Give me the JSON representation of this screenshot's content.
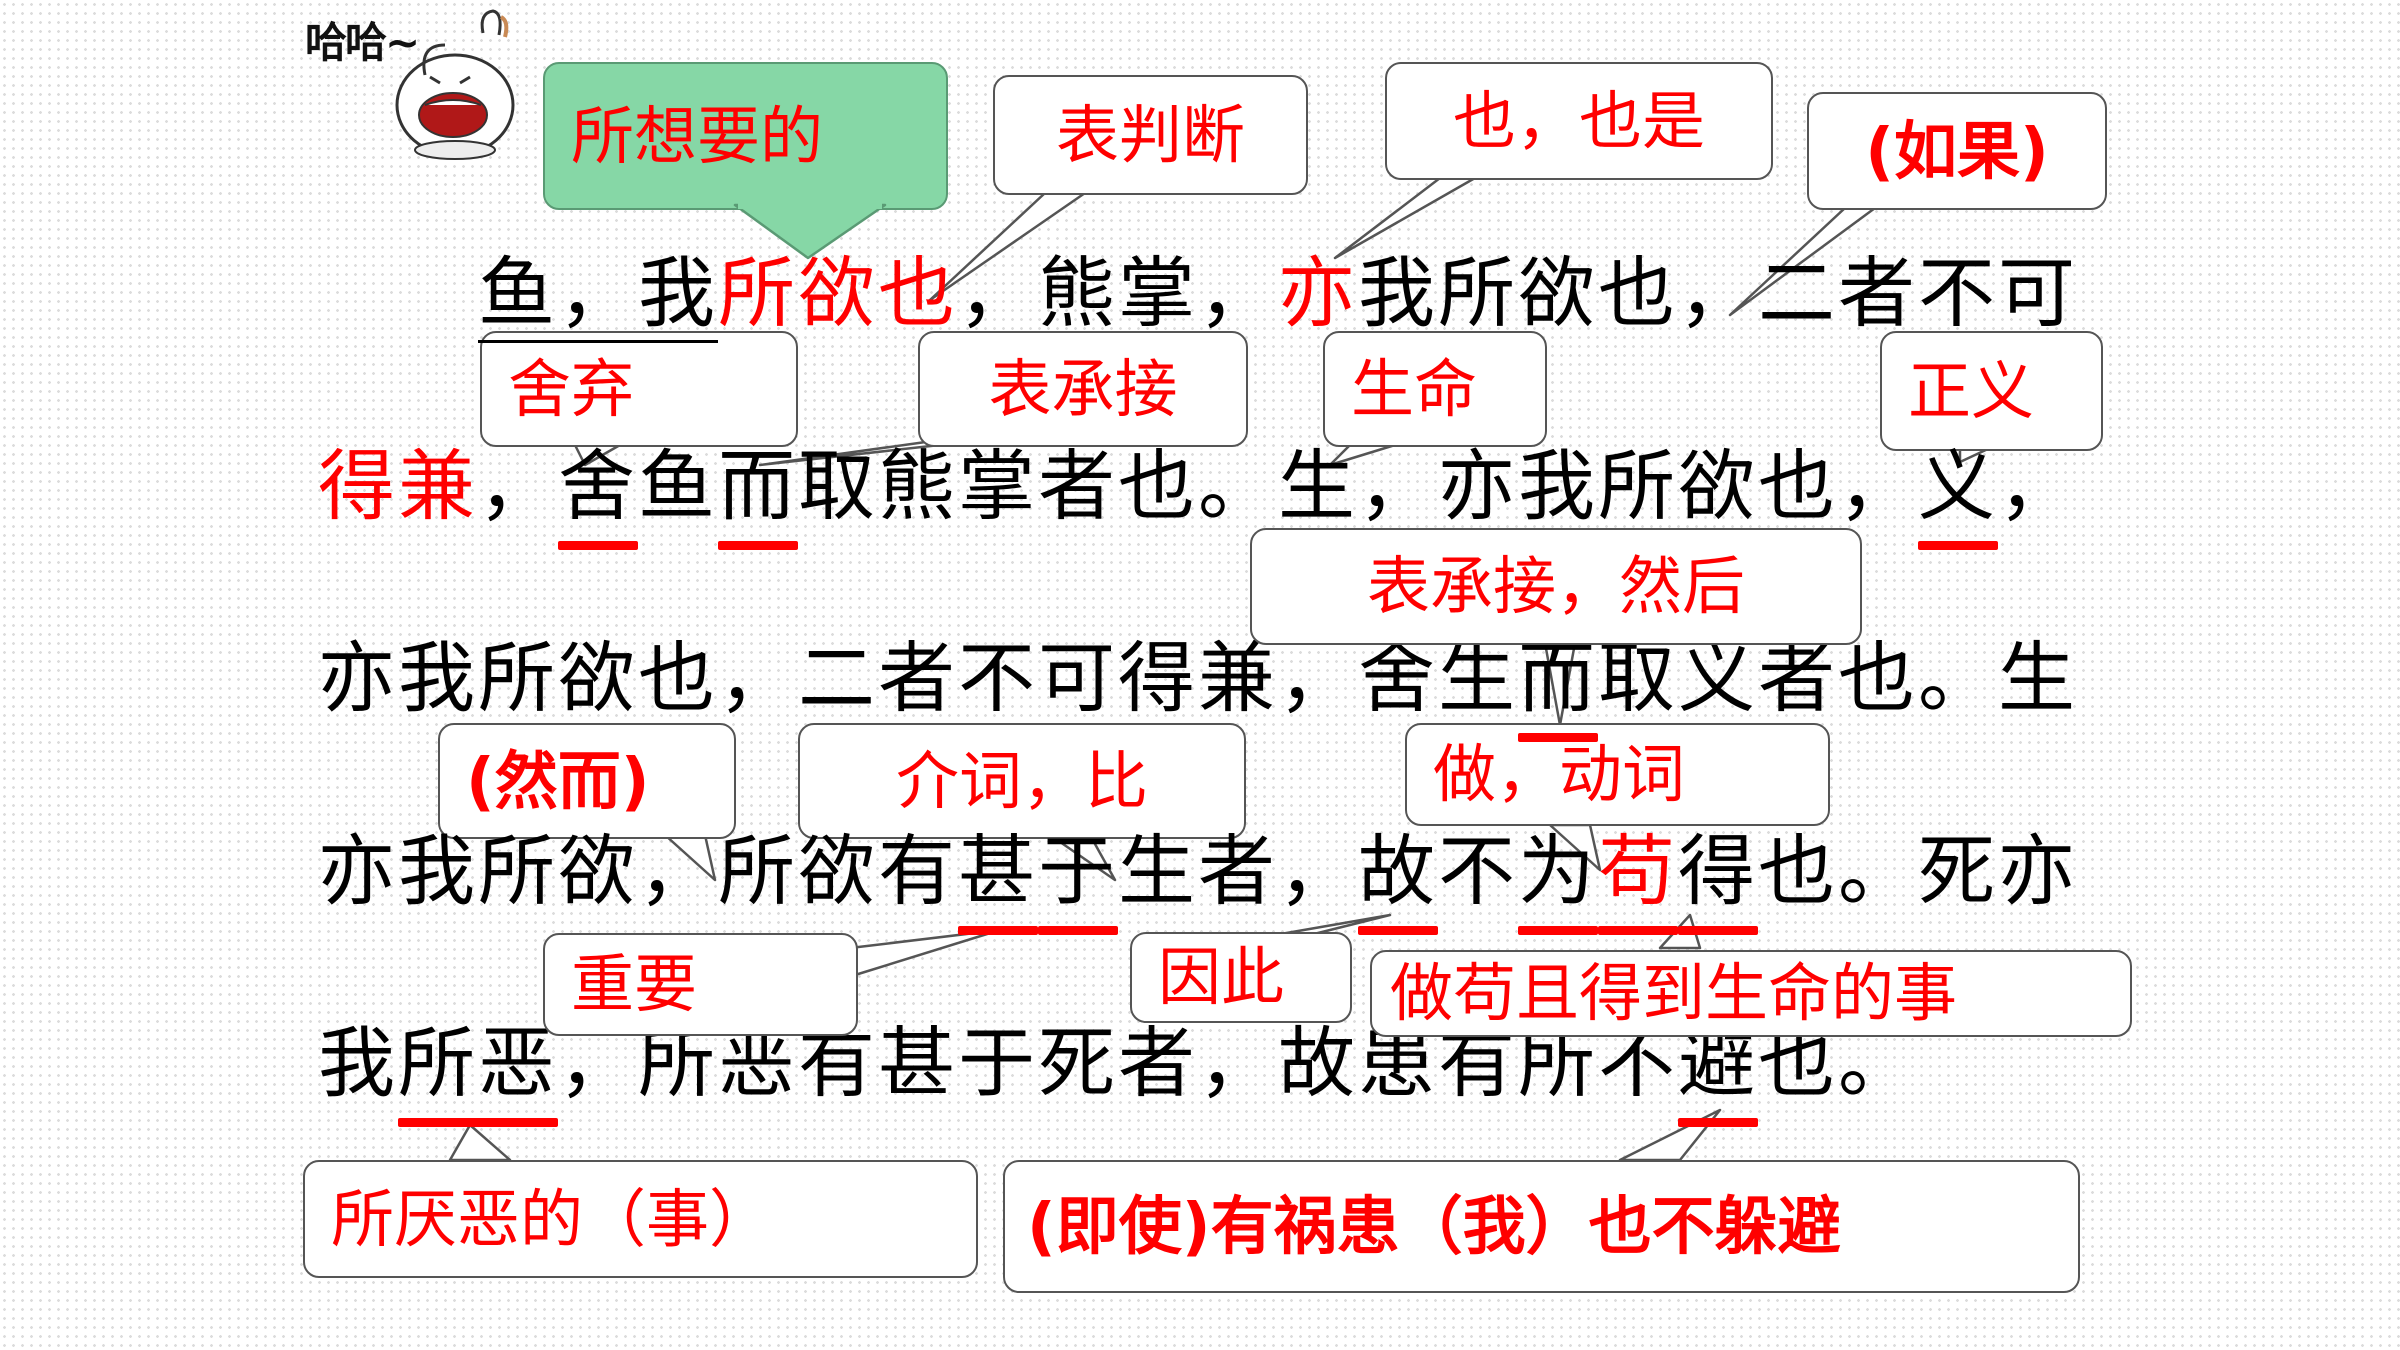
{
  "sticker": {
    "text": "哈哈~",
    "icon": "laughing-bunny-icon"
  },
  "passage": {
    "line1": {
      "p1": "鱼，我",
      "p2": "所欲也",
      "p3": "，熊掌，",
      "p4": "亦",
      "p5": "我所欲也，二者不可"
    },
    "line2": {
      "p1": "得兼",
      "p2": "，",
      "p3": "舍",
      "p4": "鱼",
      "p5": "而",
      "p6": "取熊掌者也。",
      "p7": "生",
      "p8": "，亦我所欲也，",
      "p9": "义",
      "p10": "，"
    },
    "line3": {
      "p1": "亦我所欲也，二者不可得兼，舍生",
      "p2": "而",
      "p3": "取义者也。生"
    },
    "line4": {
      "p1": "亦我所欲，所欲有",
      "p2": "甚",
      "p3": "于",
      "p4": "生者，",
      "p5": "故",
      "p6": "不",
      "p7": "为",
      "p8": "苟",
      "p9": "得",
      "p10": "也。死亦"
    },
    "line5": {
      "p1": "我",
      "p2": "所恶",
      "p3": "，所恶有甚于死者，故患有所不",
      "p4": "避",
      "p5": "也。"
    }
  },
  "callouts": {
    "suo_xiang_yao_de": "所想要的",
    "biao_pan_duan": "表判断",
    "ye_ye_shi": "也，也是",
    "ru_guo": "(如果)",
    "she_qi": "舍弃",
    "biao_cheng_jie_1": "表承接",
    "sheng_ming": "生命",
    "zheng_yi": "正义",
    "biao_cheng_jie_ran_hou": "表承接，然后",
    "ran_er": "(然而)",
    "jie_ci_bi": "介词，比",
    "zuo_dong_ci": "做，动词",
    "zhong_yao": "重要",
    "yin_ci": "因此",
    "zuo_gou_qie": "做苟且得到生命的事",
    "suo_yan_wu_de": "所厌恶的（事）",
    "ji_shi": "(即使)有祸患（我）也不躲避"
  },
  "colors": {
    "annotation": "#ff0000",
    "highlight_bubble": "#86d7a6",
    "text": "#000000"
  }
}
